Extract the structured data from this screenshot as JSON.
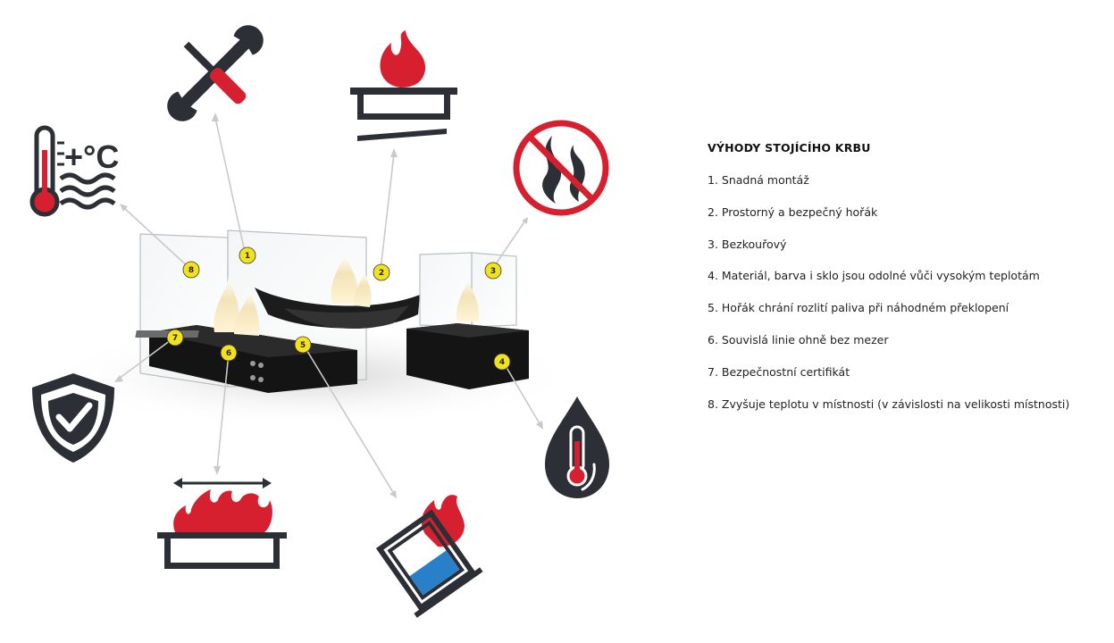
{
  "panel": {
    "title": "VÝHODY STOJÍCÍHO KRBU",
    "features": [
      "1. Snadná montáž",
      "2. Prostorný a bezpečný hořák",
      "3. Bezkouřový",
      "4. Materiál, barva i sklo jsou odolné vůči vysokým teplotám",
      "5. Hořák chrání rozlití paliva při náhodném překlopení",
      "6. Souvislá linie ohně bez mezer",
      "7. Bezpečnostní certifikát",
      "8. Zvyšuje teplotu v místnosti (v závislosti na velikosti místnosti)"
    ]
  },
  "badges": [
    "1",
    "2",
    "3",
    "4",
    "5",
    "6",
    "7",
    "8"
  ],
  "thermometer_label": "+°C",
  "icons": {
    "install": "wrench-screwdriver-icon",
    "burner": "flame-burner-icon",
    "smokeless": "no-smoke-icon",
    "temperature": "thermometer-heat-icon",
    "certificate": "shield-check-icon",
    "continuous_fire": "wide-flame-icon",
    "spill_protection": "tilted-burner-icon",
    "material": "thermometer-drop-icon"
  },
  "colors": {
    "accent_red": "#d7202f",
    "dark": "#2d2f36",
    "badge_yellow": "#f2e21c",
    "liquid_blue": "#2a7fc9"
  }
}
